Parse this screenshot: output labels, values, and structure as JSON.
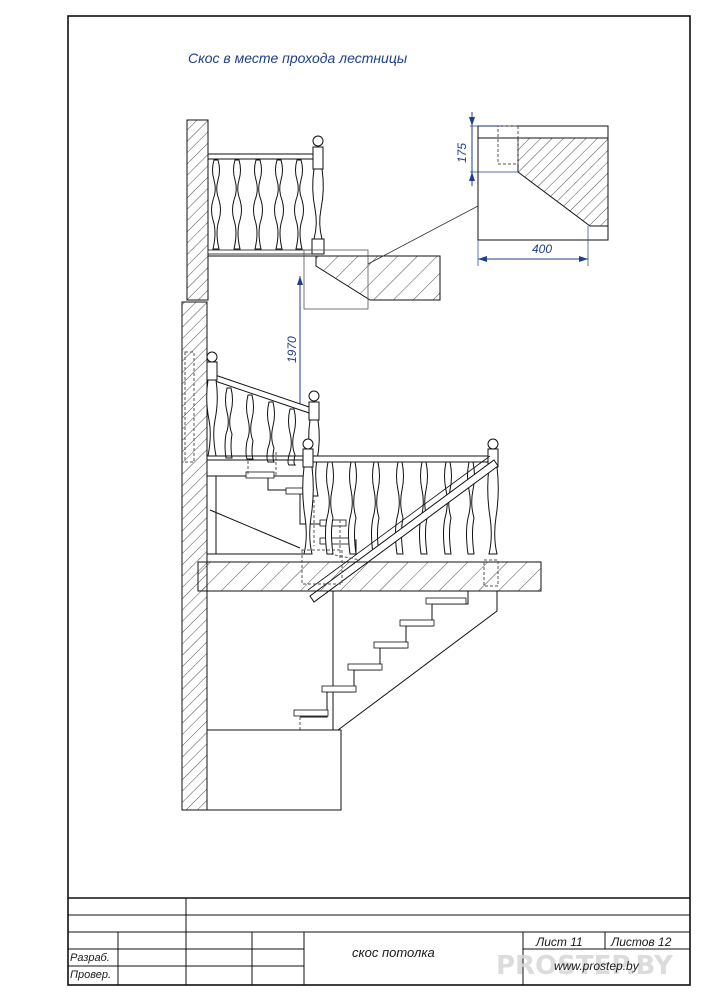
{
  "drawing": {
    "title": "Скос в месте прохода лестницы",
    "dimensions": {
      "headroom": "1970",
      "slope_height": "175",
      "slope_length": "400"
    }
  },
  "title_block": {
    "developed_by_label": "Разраб.",
    "checked_by_label": "Провер.",
    "sheet_name": "скос потолка",
    "sheet_label": "Лист 11",
    "sheets_label": "Листов 12",
    "website": "www.prostep.by"
  },
  "watermark": "PROSTEP.BY",
  "colors": {
    "annotation": "#1e3f8c",
    "linework": "#1a1a1a"
  }
}
